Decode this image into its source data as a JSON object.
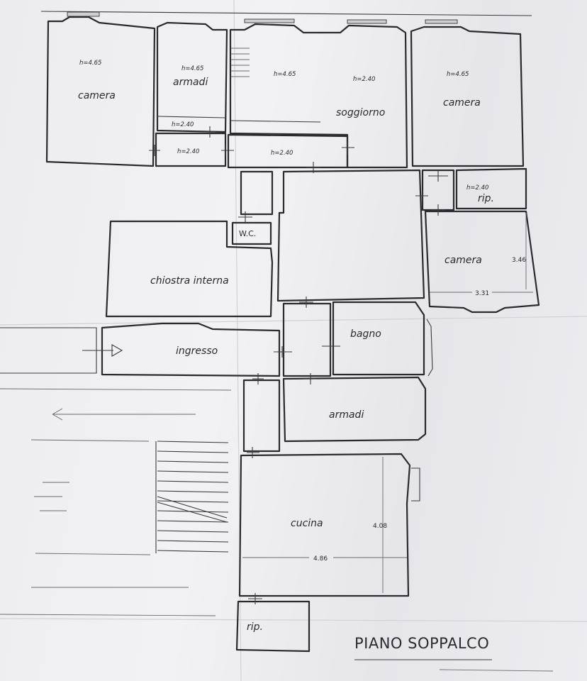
{
  "plan": {
    "title": "PIANO SOPPALCO",
    "rooms": {
      "camera_nw": "camera",
      "armadi_top": "armadi",
      "soggiorno": "soggiorno",
      "camera_ne": "camera",
      "wc": "W.C.",
      "rip_top": "rip.",
      "chiostra": "chiostra interna",
      "camera_e": "camera",
      "ingresso": "ingresso",
      "bagno": "bagno",
      "armadi_mid": "armadi",
      "cucina": "cucina",
      "rip_bottom": "rip."
    },
    "heights": {
      "h1": "h=4.65",
      "h2": "h=4.65",
      "h3": "h=4.65",
      "h4": "h=2.40",
      "h5": "h=4.65",
      "h6": "h=2.40",
      "h7": "h=2.40",
      "h8": "h=2.40",
      "h9": "h=2.40"
    },
    "dimensions": {
      "camera_e_height": "3.46",
      "camera_e_width": "3.31",
      "cucina_height": "4.08",
      "cucina_width": "4.86"
    }
  }
}
